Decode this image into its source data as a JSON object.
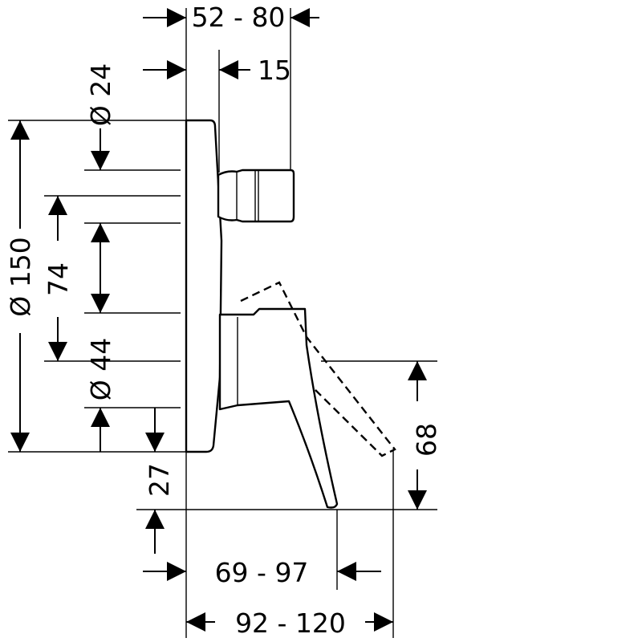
{
  "dimensions": {
    "d_52_80": "52 - 80",
    "d_15": "15",
    "d_dia24": "Ø 24",
    "d_dia150": "Ø 150",
    "d_74": "74",
    "d_dia44": "Ø 44",
    "d_27": "27",
    "d_68": "68",
    "d_69_97": "69 - 97",
    "d_92_120": "92 - 120"
  }
}
